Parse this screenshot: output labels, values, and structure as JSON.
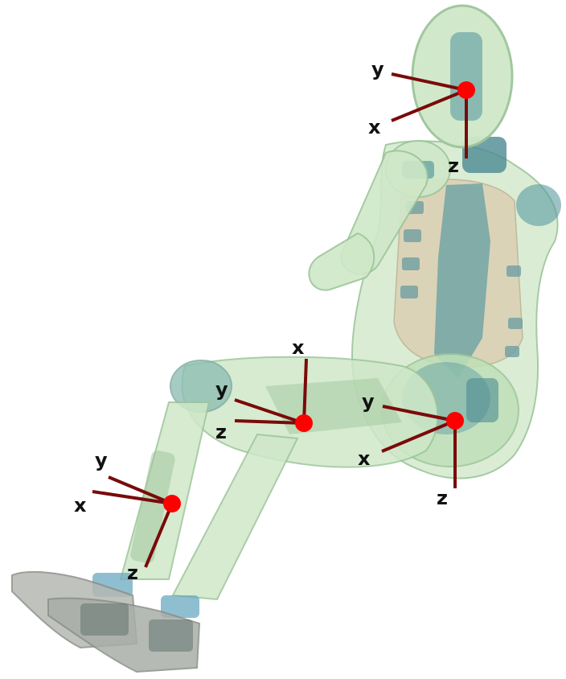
{
  "diagram": {
    "subject": "seated dummy occupant with local coordinate systems",
    "colors": {
      "axis_line": "#7a0a0a",
      "origin_dot": "#ff0000",
      "label": "#111111",
      "body_fill": "#cfe8c8",
      "body_stroke": "#9cc59a",
      "inner_fill": "#4f8e94",
      "shoe_fill": "#a9aea8",
      "spine_fill": "#d8c6a8"
    },
    "coordinate_systems": [
      {
        "name": "head",
        "axes": {
          "x": "x",
          "y": "y",
          "z": "z"
        }
      },
      {
        "name": "femur",
        "axes": {
          "x": "x",
          "y": "y",
          "z": "z"
        }
      },
      {
        "name": "pelvis",
        "axes": {
          "x": "x",
          "y": "y",
          "z": "z"
        }
      },
      {
        "name": "tibia",
        "axes": {
          "x": "x",
          "y": "y",
          "z": "z"
        }
      }
    ]
  }
}
